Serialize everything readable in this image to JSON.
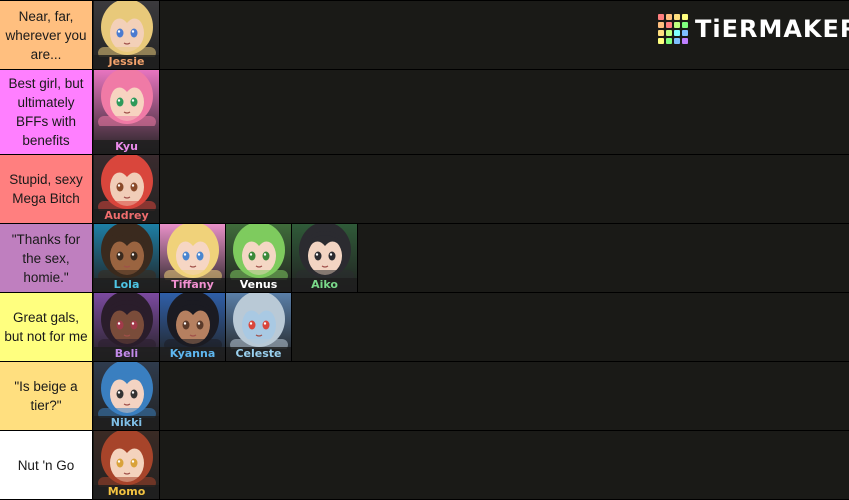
{
  "app": {
    "logo_text": "TiERMAKER"
  },
  "logo_colors": [
    "#ff7f7f",
    "#ffbf7f",
    "#ffdf7f",
    "#ffff7f",
    "#ffbf7f",
    "#ff7f7f",
    "#bfff7f",
    "#7fff7f",
    "#ffdf7f",
    "#bfff7f",
    "#7fffff",
    "#7fbfff",
    "#ffff7f",
    "#7fff7f",
    "#7fbfff",
    "#bf7fff"
  ],
  "tiers": [
    {
      "label": "Near, far, wherever you are...",
      "color": "#ffbf7f",
      "items": [
        {
          "name": "Jessie",
          "name_color": "#f4a36c",
          "hair": "#e8c97a",
          "bg": "#3b3a3d",
          "skin": "#f3d0b8",
          "eye": "#4a7bd0"
        }
      ]
    },
    {
      "label": "Best girl, but ultimately BFFs with benefits",
      "color": "#ff7fff",
      "items": [
        {
          "name": "Kyu",
          "name_color": "#e98be9",
          "hair": "#f07aa6",
          "bg": "#e875c0",
          "skin": "#f7d3c0",
          "eye": "#2d9a5a"
        }
      ]
    },
    {
      "label": "Stupid, sexy Mega Bitch",
      "color": "#ff7f7f",
      "items": [
        {
          "name": "Audrey",
          "name_color": "#ef6d6d",
          "hair": "#d9463c",
          "bg": "#3a2b2e",
          "skin": "#f1cdb8",
          "eye": "#8a4a2a"
        }
      ]
    },
    {
      "label": "\"Thanks for the sex, homie.\"",
      "color": "#bf7fbf",
      "items": [
        {
          "name": "Lola",
          "name_color": "#4ec6e6",
          "hair": "#3a2a1e",
          "bg": "#1d7fa6",
          "skin": "#9a6440",
          "eye": "#3a2a1e"
        },
        {
          "name": "Tiffany",
          "name_color": "#f08fcf",
          "hair": "#f0d27a",
          "bg": "#e991c8",
          "skin": "#f6d6c4",
          "eye": "#4a86d0"
        },
        {
          "name": "Venus",
          "name_color": "#ffffff",
          "hair": "#7ecb5e",
          "bg": "#3f6c3a",
          "skin": "#f4d7c4",
          "eye": "#3a8a3a"
        },
        {
          "name": "Aiko",
          "name_color": "#7ad98a",
          "hair": "#2b2b30",
          "bg": "#2f5a38",
          "skin": "#f2d4c2",
          "eye": "#2b2b30"
        }
      ]
    },
    {
      "label": "Great gals, but not for me",
      "color": "#ffff7f",
      "items": [
        {
          "name": "Beli",
          "name_color": "#c28ae9",
          "hair": "#2a1d2b",
          "bg": "#7c4aa0",
          "skin": "#7a4c3a",
          "eye": "#a13a4a"
        },
        {
          "name": "Kyanna",
          "name_color": "#5eb7f0",
          "hair": "#1b1b22",
          "bg": "#2f5fa8",
          "skin": "#b58060",
          "eye": "#5a3a2a"
        },
        {
          "name": "Celeste",
          "name_color": "#9ad0ee",
          "hair": "#b9c9d6",
          "bg": "#5a7fa8",
          "skin": "#a9c9e3",
          "eye": "#d9463c"
        }
      ]
    },
    {
      "label": "\"Is beige a tier?\"",
      "color": "#ffdf7f",
      "items": [
        {
          "name": "Nikki",
          "name_color": "#7fbfe6",
          "hair": "#3a7fc0",
          "bg": "#2f3b4d",
          "skin": "#f3d3c2",
          "eye": "#333333"
        }
      ]
    },
    {
      "label": "Nut 'n Go",
      "color": "#ffffff",
      "items": [
        {
          "name": "Momo",
          "name_color": "#f5c542",
          "hair": "#a7442a",
          "bg": "#3a2a24",
          "skin": "#f4d3bd",
          "eye": "#d9a23a"
        }
      ]
    }
  ]
}
